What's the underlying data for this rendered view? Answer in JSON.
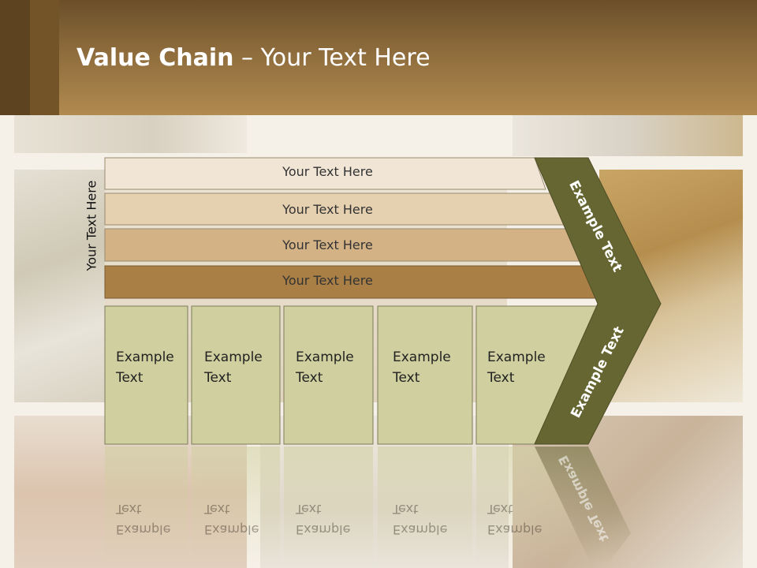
{
  "slide": {
    "title_bold": "Value Chain",
    "title_rest": " – Your Text Here",
    "side_label": "Your Text Here"
  },
  "bands": [
    {
      "label": "Your Text Here",
      "color": "#f1e6d6"
    },
    {
      "label": "Your Text Here",
      "color": "#e5d0b0"
    },
    {
      "label": "Your Text Here",
      "color": "#d3b286"
    },
    {
      "label": "Your Text Here",
      "color": "#a97f45"
    }
  ],
  "activities": [
    {
      "line1": "Example",
      "line2": "Text"
    },
    {
      "line1": "Example",
      "line2": "Text"
    },
    {
      "line1": "Example",
      "line2": "Text"
    },
    {
      "line1": "Example",
      "line2": "Text"
    },
    {
      "line1": "Example",
      "line2": "Text"
    }
  ],
  "margin_arrow": {
    "upper_label": "Example Text",
    "lower_label": "Example Text",
    "color": "#666633"
  },
  "colors": {
    "header": "#8e6c3c",
    "activity_box": "#cfcf9f",
    "box_border": "#7d7d5a"
  }
}
